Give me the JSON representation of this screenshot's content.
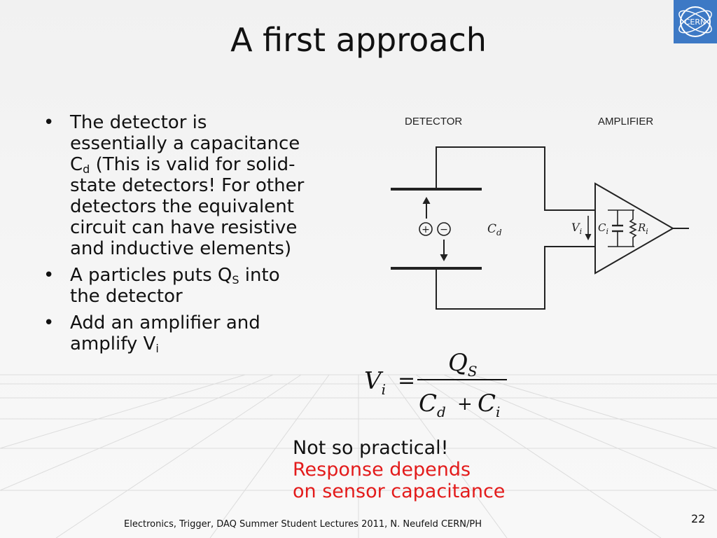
{
  "slide": {
    "title": "A first approach",
    "bullets": [
      {
        "pre": "The detector is essentially a capacitance C",
        "sub": "d",
        "post": " (This is valid for solid-state detectors! For other detectors the equivalent circuit can have resistive and inductive elements)"
      },
      {
        "pre": "A particles puts Q",
        "sub": "S",
        "post": " into the detector"
      },
      {
        "pre": "Add an amplifier and amplify V",
        "sub": "i",
        "post": ""
      }
    ],
    "bullet_glyph": "•",
    "note": {
      "line1": "Not so practical!",
      "line2": "Response depends",
      "line3": "on sensor capacitance"
    },
    "footer": "Electronics, Trigger, DAQ Summer Student Lectures 2011, N. Neufeld CERN/PH",
    "page_number": "22",
    "logo_text": "CERN",
    "colors": {
      "emphasis": "#e31b1b",
      "logo": "#3d79c5"
    }
  },
  "circuit": {
    "detector_label": "DETECTOR",
    "amplifier_label": "AMPLIFIER",
    "plus": "+",
    "minus": "−",
    "cd": {
      "main": "C",
      "sub": "d"
    },
    "vi": {
      "main": "V",
      "sub": "i"
    },
    "ci": {
      "main": "C",
      "sub": "i"
    },
    "ri": {
      "main": "R",
      "sub": "i"
    }
  },
  "formula": {
    "lhs_main": "V",
    "lhs_sub": "i",
    "equals": "=",
    "num_main": "Q",
    "num_sub": "S",
    "den1_main": "C",
    "den1_sub": "d",
    "plus": "+",
    "den2_main": "C",
    "den2_sub": "i"
  }
}
